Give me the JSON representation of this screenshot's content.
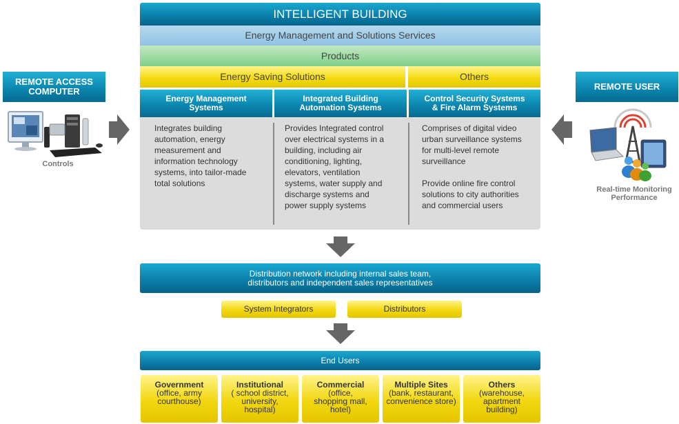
{
  "title": "INTELLIGENT BUILDING",
  "band_services": "Energy Management and Solutions Services",
  "band_products": "Products",
  "band_energy_saving": "Energy Saving Solutions",
  "band_others": "Others",
  "columns": [
    {
      "header_line1": "Energy Management",
      "header_line2": "Systems",
      "text": [
        "Integrates building",
        "automation, energy",
        "measurement and",
        "information technology",
        "systems, into tailor-made",
        "total solutions"
      ]
    },
    {
      "header_line1": "Integrated Building",
      "header_line2": "Automation Systems",
      "text": [
        "Provides Integrated control",
        "over electrical systems in a",
        "building, including air",
        "conditioning, lighting,",
        "elevators, ventilation",
        "systems, water supply and",
        "discharge systems and",
        "power supply systems"
      ]
    },
    {
      "header_line1": "Control Security Systems",
      "header_line2": "& Fire Alarm Systems",
      "text": [
        "Comprises of digital video",
        "urban surveillance systems",
        "for multi-level remote",
        "surveillance",
        "",
        "Provide online fire control",
        "solutions to city authorities",
        "and commercial users"
      ]
    }
  ],
  "left": {
    "button_line1": "REMOTE ACCESS",
    "button_line2": "COMPUTER",
    "caption": "Controls"
  },
  "right": {
    "button": "REMOTE USER",
    "caption_line1": "Real-time Monitoring",
    "caption_line2": "Performance"
  },
  "distribution": {
    "line1": "Distribution network including internal  sales team,",
    "line2": "distributors and independent sales representatives"
  },
  "pills": [
    "System Integrators",
    "Distributors"
  ],
  "end_users": "End Users",
  "segments": [
    {
      "title": "Government",
      "lines": [
        "(office, army",
        "courthouse)"
      ]
    },
    {
      "title": "Institutional",
      "lines": [
        "( school district,",
        "university,",
        "hospital)"
      ]
    },
    {
      "title": "Commercial",
      "lines": [
        "(office,",
        "shopping mall,",
        "hotel)"
      ]
    },
    {
      "title": "Multiple Sites",
      "lines": [
        "(bank, restaurant,",
        "convenience store)"
      ]
    },
    {
      "title": "Others",
      "lines": [
        "(warehouse,",
        "apartment",
        "building)"
      ]
    }
  ],
  "colors": {
    "blue_dark": "#0a7da8",
    "blue_light": "#8fc3e4",
    "green": "#7fd08a",
    "yellow": "#f2d70f",
    "panel_gray": "#dcdcdc",
    "arrow_gray": "#666666"
  }
}
